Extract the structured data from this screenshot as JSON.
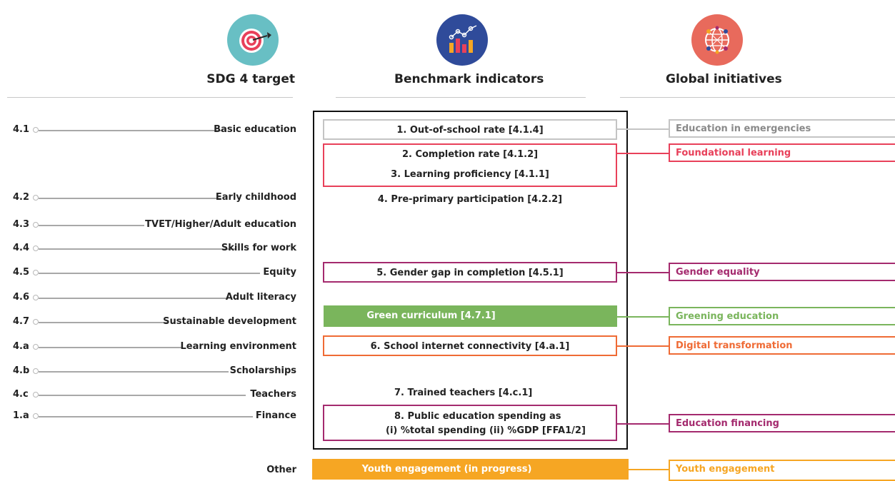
{
  "headers": {
    "sdg_target": "SDG 4 target",
    "benchmark": "Benchmark indicators",
    "global": "Global initiatives"
  },
  "icons": {
    "target": "target-dartboard-icon",
    "benchmark": "bar-line-chart-icon",
    "global": "network-globe-icon"
  },
  "colors": {
    "grey": "#c4c4c4",
    "red": "#e8405a",
    "purple": "#a42a6e",
    "green": "#7ab55c",
    "orange": "#ef6b35",
    "yellow": "#f6a623",
    "target_icon_bg": "#68bfc4",
    "benchmark_icon_bg": "#2f4b9a",
    "global_icon_bg": "#e86a5c"
  },
  "targets": [
    {
      "code": "4.1",
      "label": "Basic education"
    },
    {
      "code": "4.2",
      "label": "Early childhood"
    },
    {
      "code": "4.3",
      "label": "TVET/Higher/Adult education"
    },
    {
      "code": "4.4",
      "label": "Skills for work"
    },
    {
      "code": "4.5",
      "label": "Equity"
    },
    {
      "code": "4.6",
      "label": "Adult literacy"
    },
    {
      "code": "4.7",
      "label": "Sustainable development"
    },
    {
      "code": "4.a",
      "label": "Learning environment"
    },
    {
      "code": "4.b",
      "label": "Scholarships"
    },
    {
      "code": "4.c",
      "label": "Teachers"
    },
    {
      "code": "1.a",
      "label": "Finance"
    }
  ],
  "other_label": "Other",
  "indicators": {
    "i1": "1.  Out-of-school rate [4.1.4]",
    "i2": "2.  Completion rate [4.1.2]",
    "i3": "3.  Learning proficiency [4.1.1]",
    "i4": "4.  Pre-primary participation [4.2.2]",
    "i5": "5.  Gender gap in completion [4.5.1]",
    "green": "Green curriculum [4.7.1]",
    "i6": "6.  School internet connectivity [4.a.1]",
    "i7": "7. Trained teachers [4.c.1]",
    "i8_line1": "8. Public education spending as",
    "i8_line2": "(i) %total spending (ii) %GDP [FFA1/2]",
    "youth": "Youth engagement (in progress)"
  },
  "initiatives": {
    "emergencies": "Education in emergencies",
    "foundational": "Foundational learning",
    "gender": "Gender equality",
    "greening": "Greening education",
    "digital": "Digital transformation",
    "financing": "Education financing",
    "youth": "Youth engagement"
  }
}
